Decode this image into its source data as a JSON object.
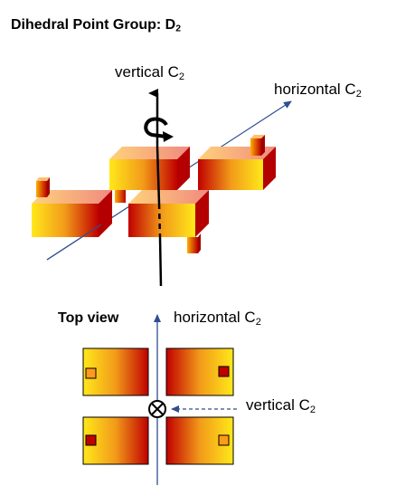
{
  "title": {
    "main": "Dihedral Point Group: D",
    "sub": "2"
  },
  "top_figure": {
    "vertical_label": {
      "main": "vertical C",
      "sub": "2"
    },
    "horizontal_label": {
      "main": "horizontal C",
      "sub": "2"
    }
  },
  "bottom_figure": {
    "title": "Top view",
    "horizontal_label": {
      "main": "horizontal C",
      "sub": "2"
    },
    "vertical_label": {
      "main": "vertical C",
      "sub": "2"
    }
  },
  "colors": {
    "block_light": "#ffe81a",
    "block_mid": "#f29a1a",
    "block_dark": "#c00000",
    "axis_blue": "#2f4f8f",
    "axis_black": "#000000"
  }
}
